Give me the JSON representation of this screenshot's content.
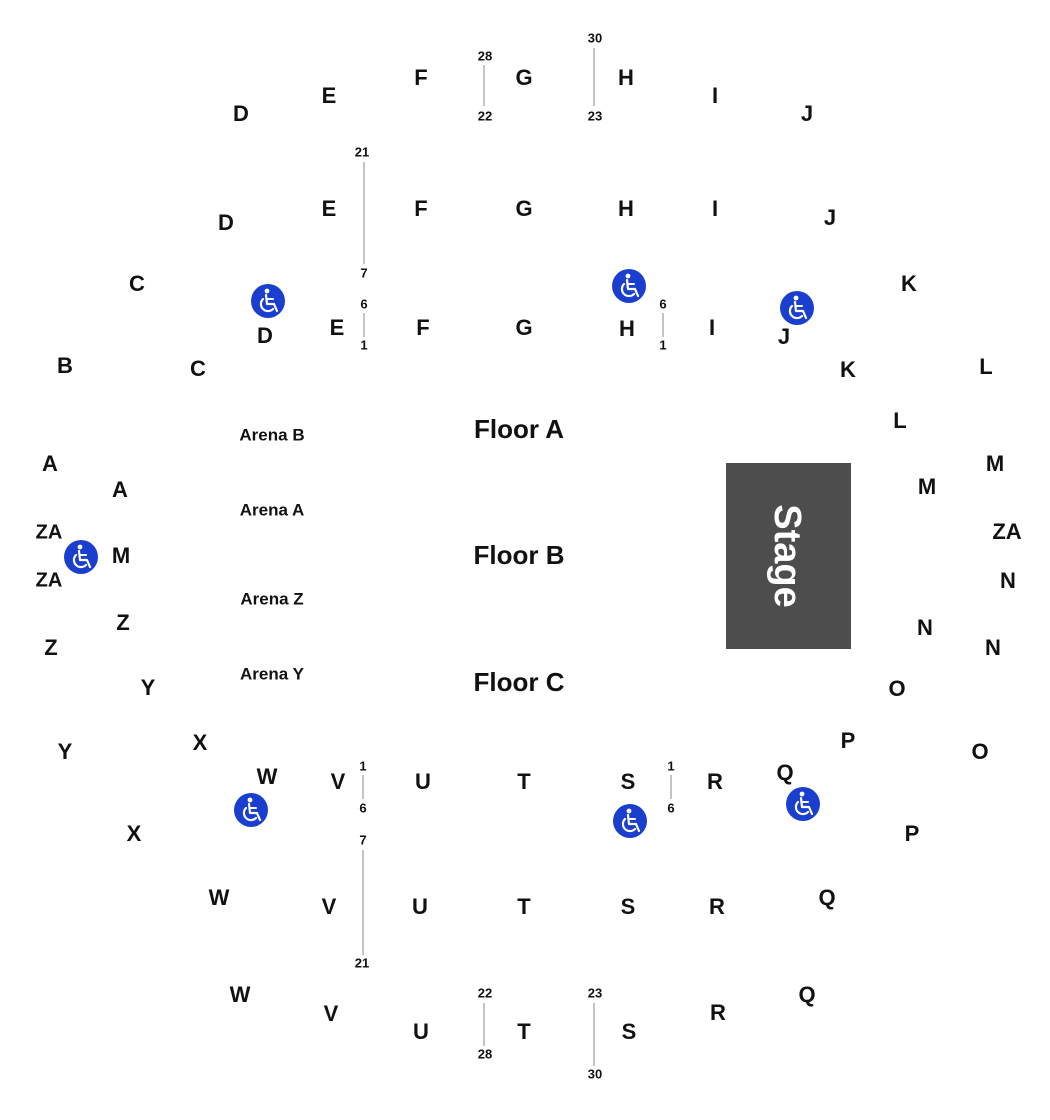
{
  "colors": {
    "stage": "#4d4d4d",
    "accessible": "#1a3fcf",
    "divider": "#888888",
    "text": "#111111"
  },
  "stage": {
    "label": "Stage"
  },
  "floors": [
    "Floor A",
    "Floor B",
    "Floor C"
  ],
  "arena_sections": [
    "Arena B",
    "Arena A",
    "Arena Z",
    "Arena Y"
  ],
  "sections": [
    "D",
    "E",
    "F",
    "G",
    "H",
    "I",
    "J",
    "D",
    "E",
    "F",
    "G",
    "H",
    "I",
    "J",
    "C",
    "K",
    "D",
    "E",
    "F",
    "G",
    "H",
    "I",
    "J",
    "B",
    "C",
    "K",
    "L",
    "L",
    "A",
    "M",
    "A",
    "M",
    "ZA",
    "ZA",
    "M",
    "ZA",
    "N",
    "Z",
    "N",
    "Z",
    "N",
    "Y",
    "O",
    "P",
    "X",
    "Y",
    "O",
    "W",
    "V",
    "U",
    "T",
    "S",
    "R",
    "Q",
    "X",
    "P",
    "W",
    "V",
    "U",
    "T",
    "S",
    "R",
    "Q",
    "W",
    "V",
    "U",
    "T",
    "S",
    "R",
    "Q"
  ],
  "row_numbers": [
    "28",
    "22",
    "30",
    "23",
    "21",
    "7",
    "6",
    "1",
    "6",
    "1",
    "1",
    "6",
    "1",
    "6",
    "7",
    "21",
    "22",
    "28",
    "23",
    "30"
  ],
  "accessible_icon": "wheelchair-icon"
}
